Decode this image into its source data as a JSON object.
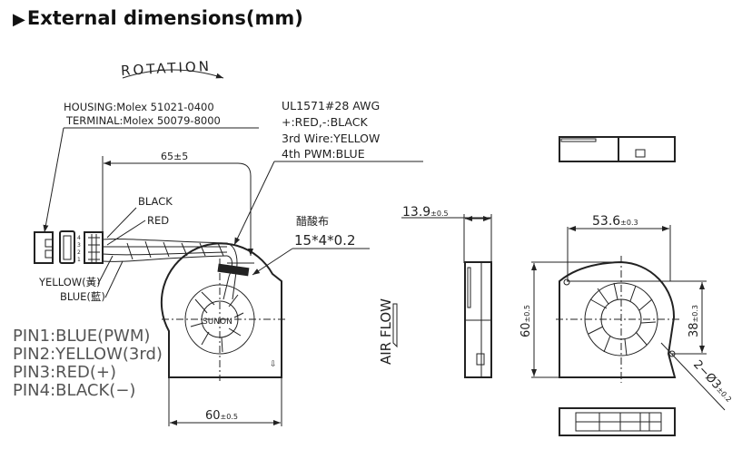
{
  "title": {
    "icon": "right-triangle-icon",
    "arrow": "▶",
    "text": "External dimensions(mm)"
  },
  "rotation_label": "ROTATION",
  "connector": {
    "housing": "HOUSING:Molex  51021-0400",
    "terminal": "TERMINAL:Molex  50079-8000",
    "pin_numbers": [
      "4",
      "3",
      "2",
      "1"
    ]
  },
  "wire_spec": [
    "UL1571#28  AWG",
    "+:RED,-:BLACK",
    "3rd  Wire:YELLOW",
    "4th  PWM:BLUE"
  ],
  "wire_labels": {
    "black": "BLACK",
    "red": "RED",
    "yellow": "YELLOW(黃)",
    "blue": "BLUE(藍)"
  },
  "lead_length": "65±5",
  "tape": {
    "name": "醋酸布",
    "size": "15*4*0.2"
  },
  "brand": "SUNON",
  "pins": [
    "PIN1:BLUE(PWM)",
    "PIN2:YELLOW(3rd)",
    "PIN3:RED(+)",
    "PIN4:BLACK(−)"
  ],
  "dimensions": {
    "width_left": {
      "value": "60",
      "tol": "±0.5"
    },
    "thickness": {
      "value": "13.9",
      "tol": "±0.5"
    },
    "width_front": {
      "value": "53.6",
      "tol": "±0.3"
    },
    "height": {
      "value": "60",
      "tol": "±0.5"
    },
    "hole_spacing": {
      "value": "38",
      "tol": "±0.3"
    },
    "holes": {
      "value": "2−Ø3",
      "tol": "±0.2"
    }
  },
  "air_flow": "AIR  FLOW"
}
